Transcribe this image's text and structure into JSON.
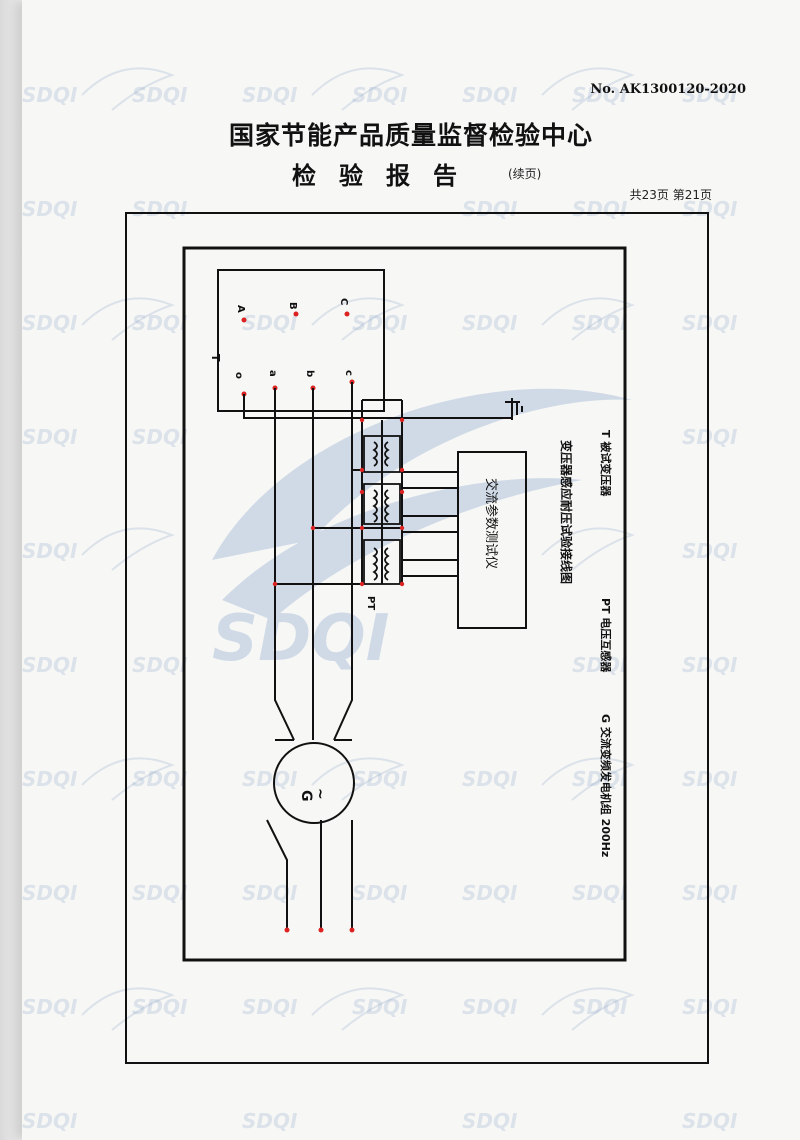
{
  "header": {
    "report_no": "No. AK1300120-2020",
    "org_title": "国家节能产品质量监督检验中心",
    "report_title": "检验报告",
    "continued": "(续页)",
    "page_count": "共23页 第21页"
  },
  "watermark": {
    "brand": "SDQI"
  },
  "diagram": {
    "transformer_label": "T",
    "terminals_hv": [
      "A",
      "B",
      "C"
    ],
    "terminals_lv": [
      "o",
      "a",
      "b",
      "c"
    ],
    "pt_label": "PT",
    "instrument_label": "交流参数测试仪",
    "generator_label": "G",
    "generator_symbol": "~",
    "caption_title": "变压器感应耐压试验接线图",
    "legend_pt": "PT 电压互感器",
    "legend_t": "T 被试变压器",
    "legend_g": "G 交流变频发电机组 200Hz"
  }
}
